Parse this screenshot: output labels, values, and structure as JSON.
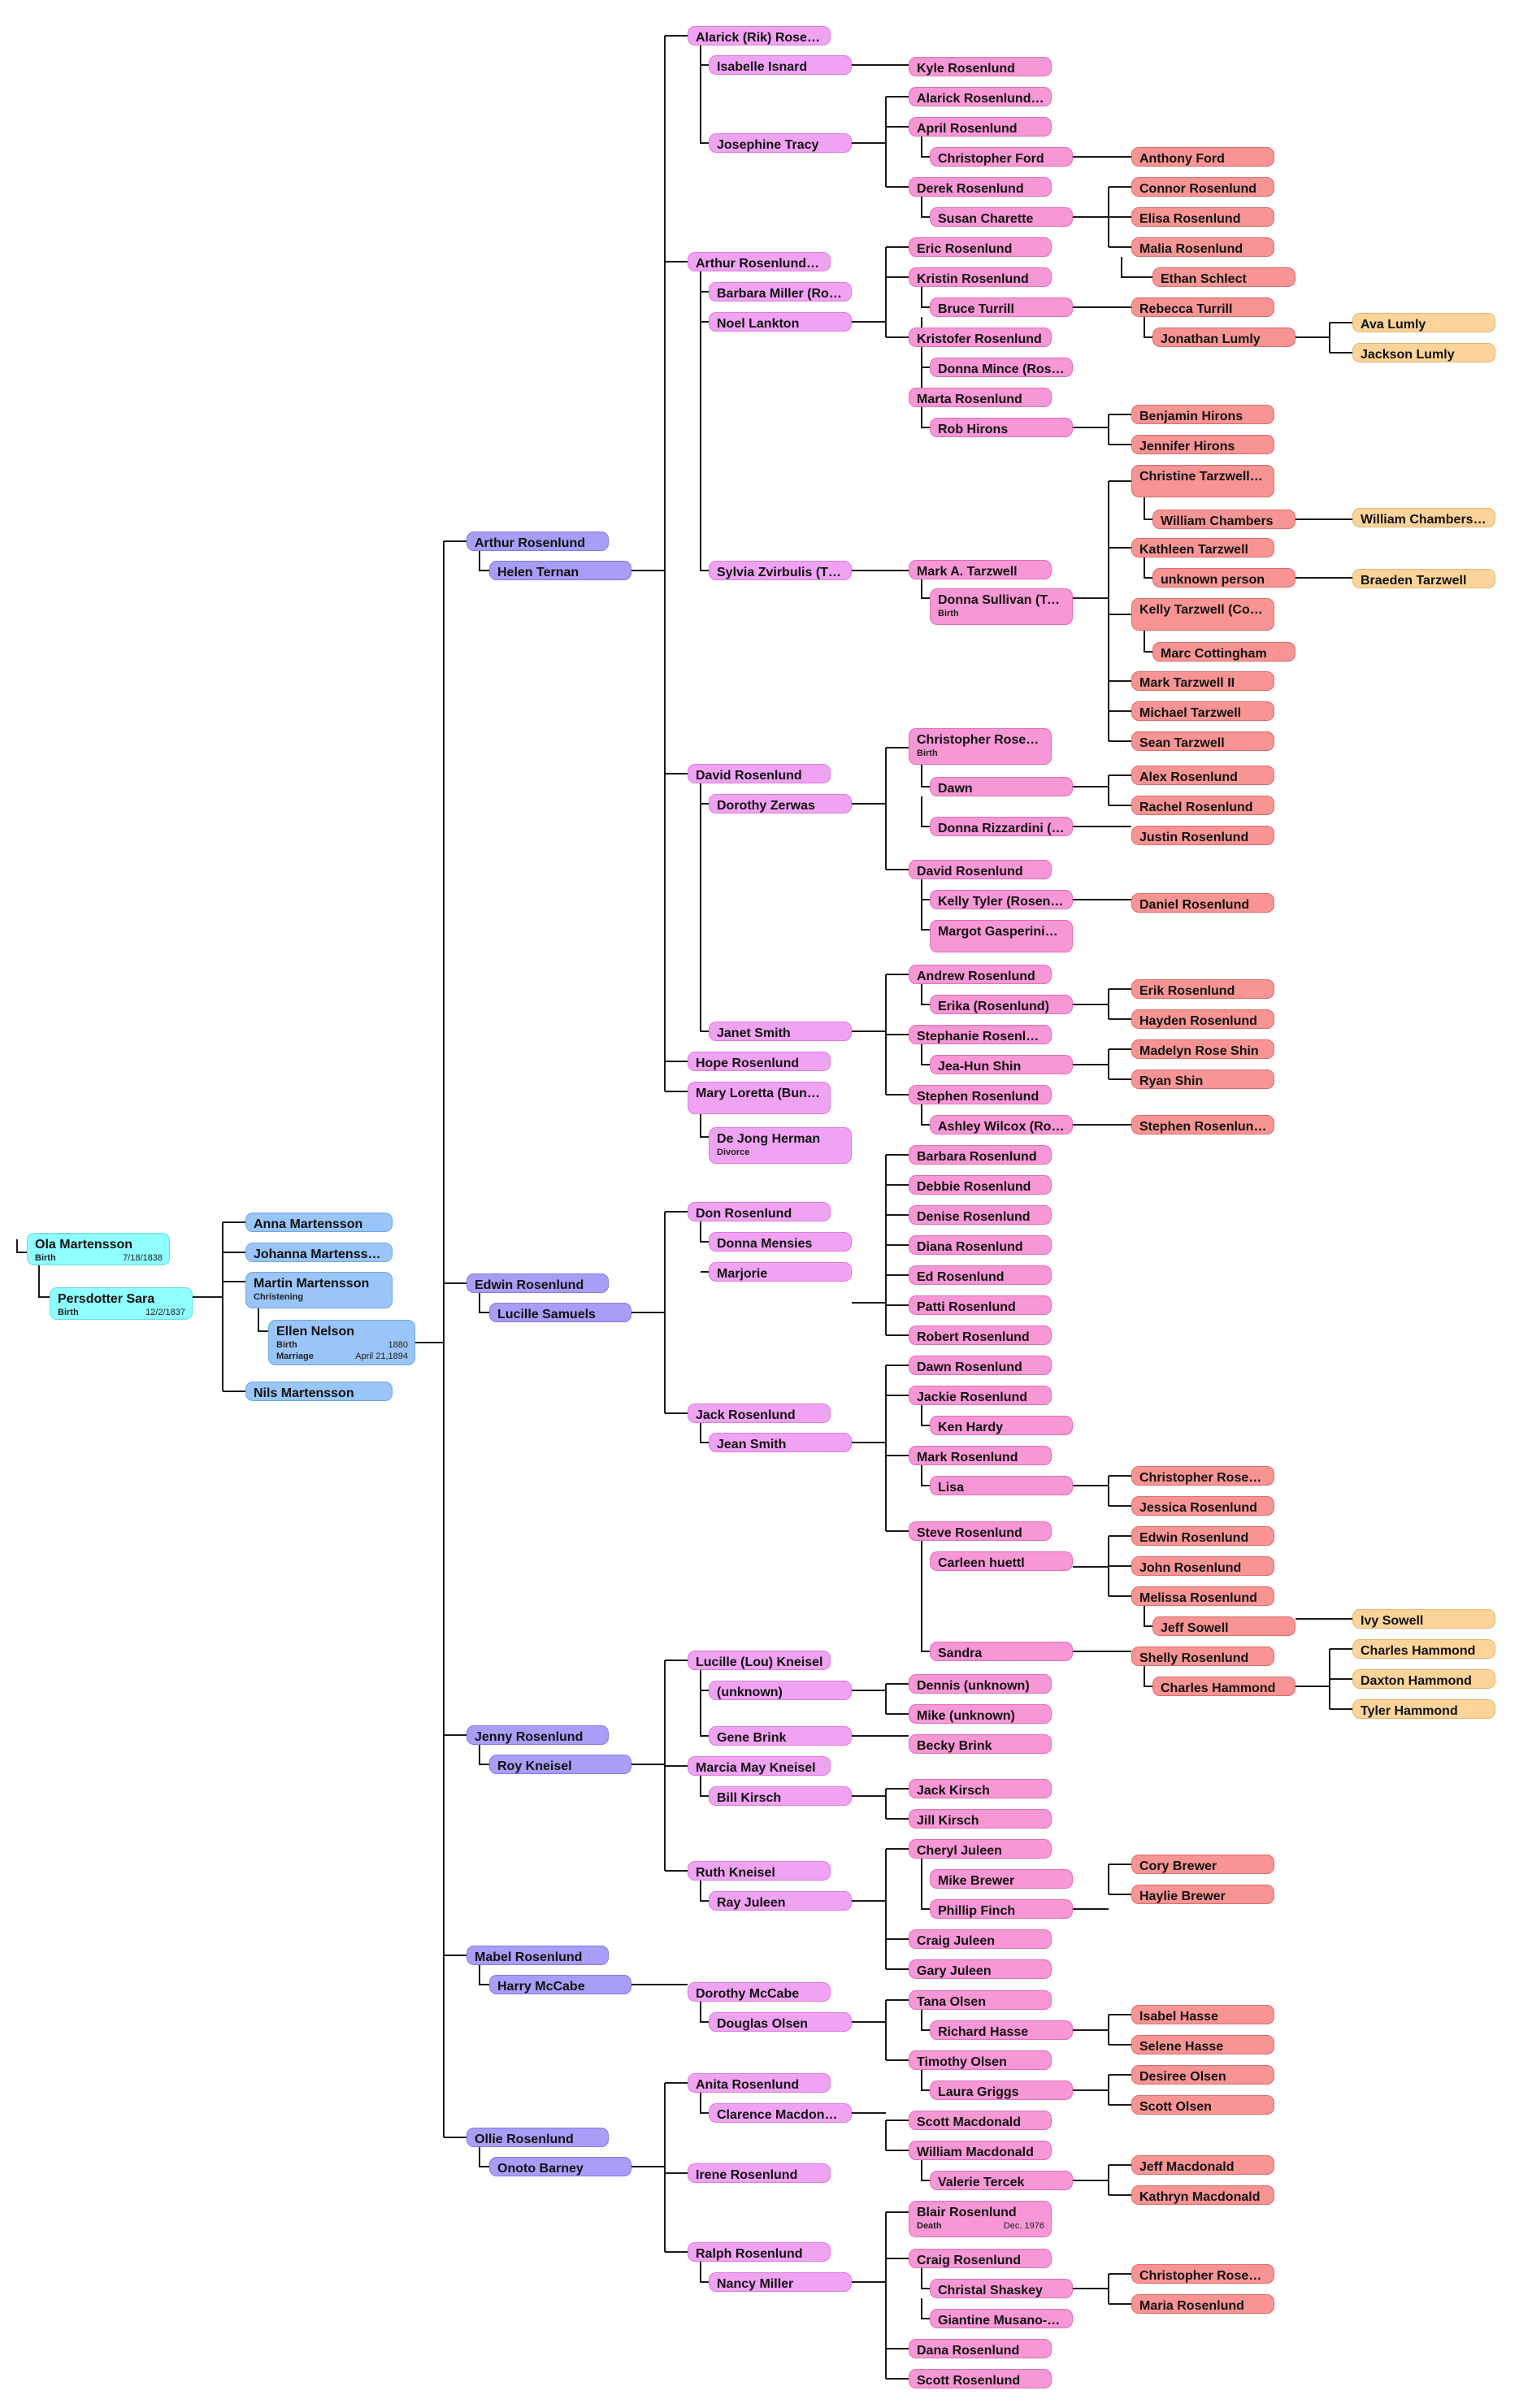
{
  "colors": {
    "g1": "#8fffff",
    "g2": "#99c5f8",
    "g3": "#a89df7",
    "g4": "#f0a3f3",
    "g5": "#f797d6",
    "g6": "#f89494",
    "g7": "#fcd49a",
    "line": "#1a1a1a"
  },
  "people": [
    {
      "name": "Ola Martensson",
      "events": [
        {
          "label": "Birth",
          "value": "7/18/1838"
        }
      ]
    },
    {
      "name": "Persdotter Sara",
      "events": [
        {
          "label": "Birth",
          "value": "12/2/1837"
        }
      ]
    },
    {
      "name": "Anna Martensson"
    },
    {
      "name": "Johanna Martenss…"
    },
    {
      "name": "Martin Martensson",
      "events": [
        {
          "label": "Christening",
          "value": ""
        }
      ]
    },
    {
      "name": "Ellen Nelson",
      "events": [
        {
          "label": "Birth",
          "value": "1880"
        },
        {
          "label": "Marriage",
          "value": "April 21,1894"
        }
      ]
    },
    {
      "name": "Nils Martensson"
    },
    {
      "name": "Arthur Rosenlund"
    },
    {
      "name": "Helen Ternan"
    },
    {
      "name": "Edwin Rosenlund"
    },
    {
      "name": "Lucille Samuels"
    },
    {
      "name": "Jenny Rosenlund"
    },
    {
      "name": "Roy Kneisel"
    },
    {
      "name": "Mabel Rosenlund"
    },
    {
      "name": "Harry McCabe"
    },
    {
      "name": "Ollie Rosenlund"
    },
    {
      "name": "Onoto Barney"
    },
    {
      "name": "Alarick (Rik) Rose…"
    },
    {
      "name": "Isabelle Isnard"
    },
    {
      "name": "Josephine Tracy"
    },
    {
      "name": "Arthur Rosenlund…"
    },
    {
      "name": "Barbara Miller (Ro…"
    },
    {
      "name": "Noel Lankton"
    },
    {
      "name": "Sylvia Zvirbulis (T…"
    },
    {
      "name": "David Rosenlund"
    },
    {
      "name": "Dorothy Zerwas"
    },
    {
      "name": "Janet Smith"
    },
    {
      "name": "Hope Rosenlund"
    },
    {
      "name": "Mary Loretta (Bun…"
    },
    {
      "name": "De Jong Herman",
      "events": [
        {
          "label": "Divorce",
          "value": ""
        }
      ]
    },
    {
      "name": "Don Rosenlund"
    },
    {
      "name": "Donna Mensies"
    },
    {
      "name": "Marjorie"
    },
    {
      "name": "Jack Rosenlund"
    },
    {
      "name": "Jean Smith"
    },
    {
      "name": "Lucille (Lou) Kneisel"
    },
    {
      "name": "(unknown)"
    },
    {
      "name": "Gene Brink"
    },
    {
      "name": "Marcia May Kneisel"
    },
    {
      "name": "Bill Kirsch"
    },
    {
      "name": "Ruth Kneisel"
    },
    {
      "name": "Ray Juleen"
    },
    {
      "name": "Dorothy McCabe"
    },
    {
      "name": "Douglas Olsen"
    },
    {
      "name": "Anita Rosenlund"
    },
    {
      "name": "Clarence Macdon…"
    },
    {
      "name": "Irene Rosenlund"
    },
    {
      "name": "Ralph Rosenlund"
    },
    {
      "name": "Nancy Miller"
    },
    {
      "name": "Kyle Rosenlund"
    },
    {
      "name": "Alarick Rosenlund…"
    },
    {
      "name": "April Rosenlund"
    },
    {
      "name": "Christopher Ford"
    },
    {
      "name": "Derek Rosenlund"
    },
    {
      "name": "Susan Charette"
    },
    {
      "name": "Eric Rosenlund"
    },
    {
      "name": "Kristin Rosenlund"
    },
    {
      "name": "Bruce Turrill"
    },
    {
      "name": "Kristofer Rosenlund"
    },
    {
      "name": "Donna Mince (Ros…"
    },
    {
      "name": "Marta Rosenlund"
    },
    {
      "name": "Rob Hirons"
    },
    {
      "name": "Mark A. Tarzwell"
    },
    {
      "name": "Donna Sullivan (Ta…",
      "events": [
        {
          "label": "Birth",
          "value": ""
        }
      ]
    },
    {
      "name": "Christopher Rose…",
      "events": [
        {
          "label": "Birth",
          "value": ""
        }
      ]
    },
    {
      "name": "Dawn"
    },
    {
      "name": "Donna Rizzardini (…"
    },
    {
      "name": "David Rosenlund"
    },
    {
      "name": "Kelly Tyler (Rosenl…"
    },
    {
      "name": "Margot  Gasperini…"
    },
    {
      "name": "Andrew Rosenlund"
    },
    {
      "name": "Erika (Rosenlund)"
    },
    {
      "name": "Stephanie Rosenl…"
    },
    {
      "name": "Jea-Hun Shin"
    },
    {
      "name": "Stephen Rosenlund"
    },
    {
      "name": "Ashley Wilcox (Ro…"
    },
    {
      "name": "Barbara Rosenlund"
    },
    {
      "name": "Debbie Rosenlund"
    },
    {
      "name": "Denise Rosenlund"
    },
    {
      "name": "Diana Rosenlund"
    },
    {
      "name": "Ed Rosenlund"
    },
    {
      "name": "Patti Rosenlund"
    },
    {
      "name": "Robert Rosenlund"
    },
    {
      "name": "Dawn Rosenlund"
    },
    {
      "name": "Jackie Rosenlund"
    },
    {
      "name": "Ken Hardy"
    },
    {
      "name": "Mark Rosenlund"
    },
    {
      "name": "Lisa"
    },
    {
      "name": "Steve Rosenlund"
    },
    {
      "name": "Carleen huettl"
    },
    {
      "name": "Sandra"
    },
    {
      "name": "Dennis (unknown)"
    },
    {
      "name": "Mike (unknown)"
    },
    {
      "name": "Becky Brink"
    },
    {
      "name": "Jack Kirsch"
    },
    {
      "name": "Jill Kirsch"
    },
    {
      "name": "Cheryl Juleen"
    },
    {
      "name": "Mike Brewer"
    },
    {
      "name": "Phillip Finch"
    },
    {
      "name": "Craig Juleen"
    },
    {
      "name": "Gary Juleen"
    },
    {
      "name": "Tana Olsen"
    },
    {
      "name": "Richard Hasse"
    },
    {
      "name": "Timothy Olsen"
    },
    {
      "name": "Laura Griggs"
    },
    {
      "name": "Scott Macdonald"
    },
    {
      "name": "William Macdonald"
    },
    {
      "name": "Valerie Tercek"
    },
    {
      "name": "Blair Rosenlund",
      "events": [
        {
          "label": "Death",
          "value": "Dec. 1976"
        }
      ]
    },
    {
      "name": "Craig Rosenlund"
    },
    {
      "name": "Christal Shaskey"
    },
    {
      "name": "Giantine Musano-…"
    },
    {
      "name": "Dana Rosenlund"
    },
    {
      "name": "Scott Rosenlund"
    },
    {
      "name": "Anthony Ford"
    },
    {
      "name": "Connor Rosenlund"
    },
    {
      "name": "Elisa Rosenlund"
    },
    {
      "name": "Malia Rosenlund"
    },
    {
      "name": "Ethan Schlect"
    },
    {
      "name": "Rebecca Turrill"
    },
    {
      "name": "Jonathan Lumly"
    },
    {
      "name": "Benjamin Hirons"
    },
    {
      "name": "Jennifer Hirons"
    },
    {
      "name": "Christine Tarzwell…"
    },
    {
      "name": "William Chambers"
    },
    {
      "name": "Kathleen Tarzwell"
    },
    {
      "name": "unknown person"
    },
    {
      "name": "Kelly Tarzwell (Cot…"
    },
    {
      "name": "Marc Cottingham"
    },
    {
      "name": "Mark Tarzwell II"
    },
    {
      "name": "Michael Tarzwell"
    },
    {
      "name": "Sean Tarzwell"
    },
    {
      "name": "Alex Rosenlund"
    },
    {
      "name": "Rachel Rosenlund"
    },
    {
      "name": "Justin Rosenlund"
    },
    {
      "name": "Daniel Rosenlund"
    },
    {
      "name": "Erik Rosenlund"
    },
    {
      "name": "Hayden Rosenlund"
    },
    {
      "name": "Madelyn Rose Shin"
    },
    {
      "name": "Ryan Shin"
    },
    {
      "name": "Stephen Rosenlun…"
    },
    {
      "name": "Christopher Rose…"
    },
    {
      "name": "Jessica Rosenlund"
    },
    {
      "name": "Edwin Rosenlund"
    },
    {
      "name": "John Rosenlund"
    },
    {
      "name": "Melissa Rosenlund"
    },
    {
      "name": "Jeff Sowell"
    },
    {
      "name": "Shelly Rosenlund"
    },
    {
      "name": "Charles Hammond"
    },
    {
      "name": "Cory Brewer"
    },
    {
      "name": "Haylie Brewer"
    },
    {
      "name": "Isabel Hasse"
    },
    {
      "name": "Selene Hasse"
    },
    {
      "name": "Desiree Olsen"
    },
    {
      "name": "Scott Olsen"
    },
    {
      "name": "Jeff Macdonald"
    },
    {
      "name": "Kathryn Macdonald"
    },
    {
      "name": "Christopher Rose…"
    },
    {
      "name": "Maria Rosenlund"
    },
    {
      "name": "Ava Lumly"
    },
    {
      "name": "Jackson Lumly"
    },
    {
      "name": "William Chambers…"
    },
    {
      "name": "Braeden Tarzwell"
    },
    {
      "name": "Ivy Sowell"
    },
    {
      "name": "Charles Hammond"
    },
    {
      "name": "Daxton Hammond"
    },
    {
      "name": "Tyler Hammond"
    }
  ]
}
